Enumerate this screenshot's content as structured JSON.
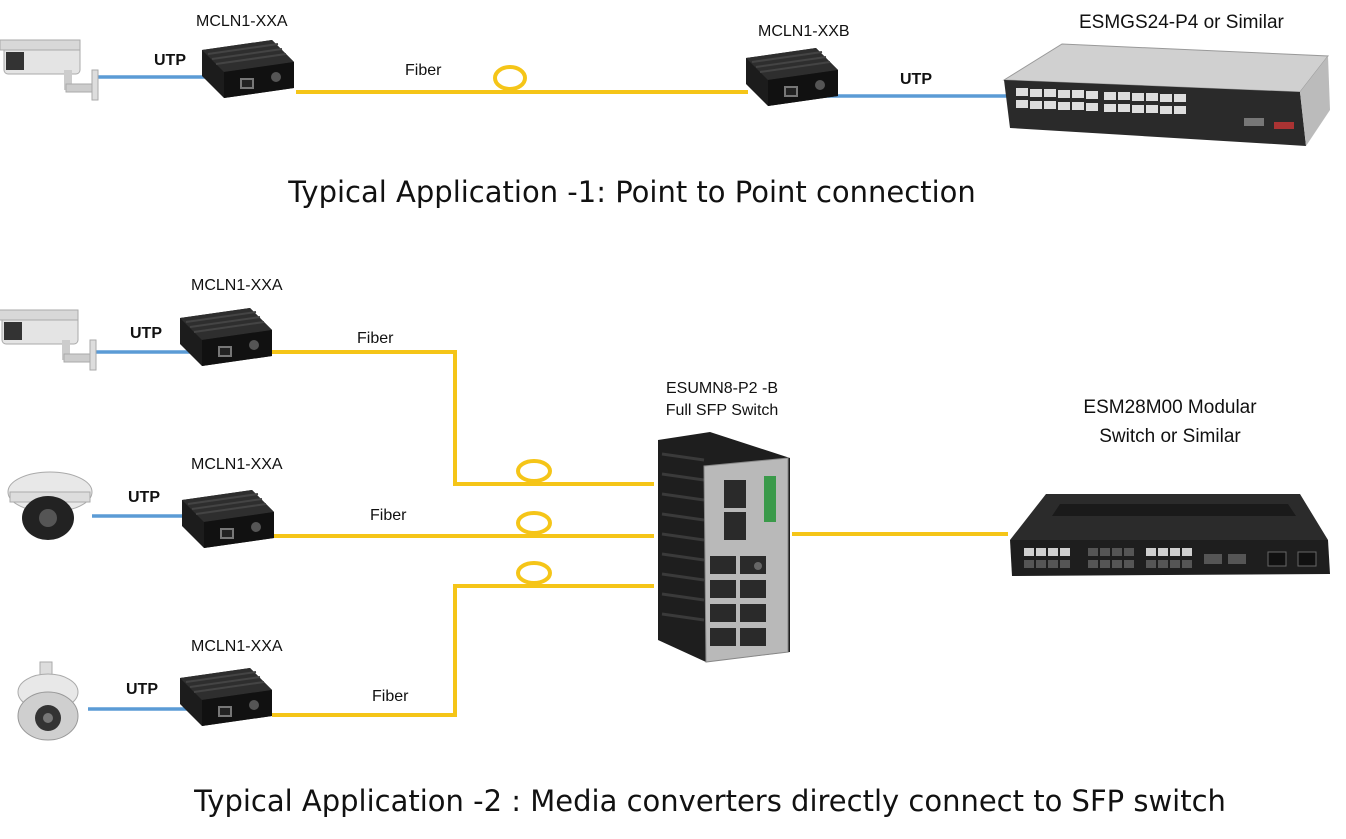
{
  "app1": {
    "title": "Typical Application -1: Point to Point connection",
    "converter_a": "MCLN1-XXA",
    "converter_b": "MCLN1-XXB",
    "switch": "ESMGS24-P4 or Similar",
    "utp_left": "UTP",
    "utp_right": "UTP",
    "fiber": "Fiber"
  },
  "app2": {
    "title": "Typical Application -2 : Media converters directly connect to SFP switch",
    "converter_1": "MCLN1-XXA",
    "converter_2": "MCLN1-XXA",
    "converter_3": "MCLN1-XXA",
    "utp_1": "UTP",
    "utp_2": "UTP",
    "utp_3": "UTP",
    "fiber_1": "Fiber",
    "fiber_2": "Fiber",
    "fiber_3": "Fiber",
    "sfp_switch_line1": "ESUMN8-P2 -B",
    "sfp_switch_line2": "Full SFP Switch",
    "modular_line1": "ESM28M00 Modular",
    "modular_line2": "Switch or Similar"
  },
  "colors": {
    "fiber": "#f5c518",
    "utp": "#5b9bd5",
    "device_body": "#1c1c1c"
  },
  "icons": [
    "bullet-camera-icon",
    "dome-camera-icon",
    "ptz-camera-icon",
    "media-converter-icon",
    "rack-switch-icon",
    "din-rail-switch-icon",
    "modular-switch-icon",
    "fiber-coil-icon"
  ]
}
